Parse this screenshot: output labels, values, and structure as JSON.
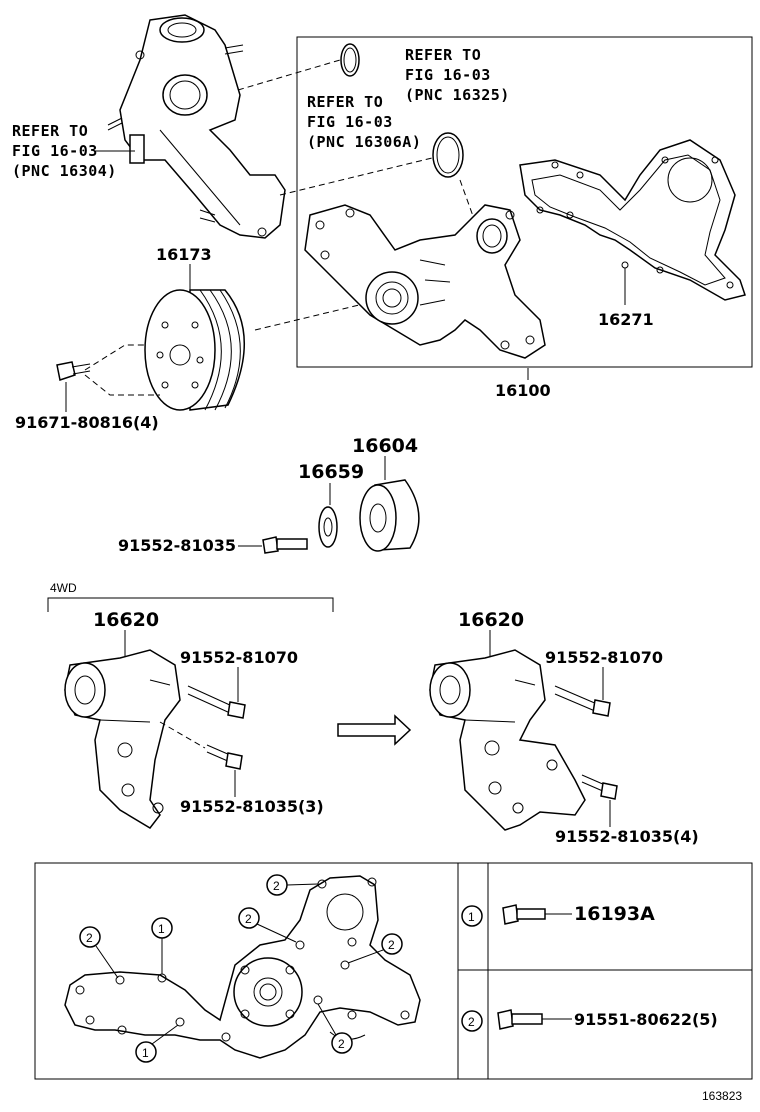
{
  "figure_id": "163823",
  "refs": {
    "ref_fig_16304": [
      "REFER TO",
      "FIG 16-03",
      "(PNC 16304)"
    ],
    "ref_fig_16306a": [
      "REFER TO",
      "FIG 16-03",
      "(PNC 16306A)"
    ],
    "ref_fig_16325": [
      "REFER TO",
      "FIG 16-03",
      "(PNC 16325)"
    ]
  },
  "parts": {
    "p16173": "16173",
    "p16100": "16100",
    "p16271": "16271",
    "p91671": "91671-80816(4)",
    "p16604": "16604",
    "p16659": "16659",
    "p91552_top": "91552-81035",
    "p16620_left": "16620",
    "p16620_right": "16620",
    "p91552_81070_left": "91552-81070",
    "p91552_81035_left": "91552-81035(3)",
    "p91552_81070_right": "91552-81070",
    "p91552_81035_right": "91552-81035(4)"
  },
  "variant": {
    "label": "4WD"
  },
  "legend": {
    "rows": [
      {
        "marker": "1",
        "part": "16193A"
      },
      {
        "marker": "2",
        "part": "91551-80622(5)"
      }
    ],
    "callouts": [
      "1",
      "2"
    ]
  }
}
